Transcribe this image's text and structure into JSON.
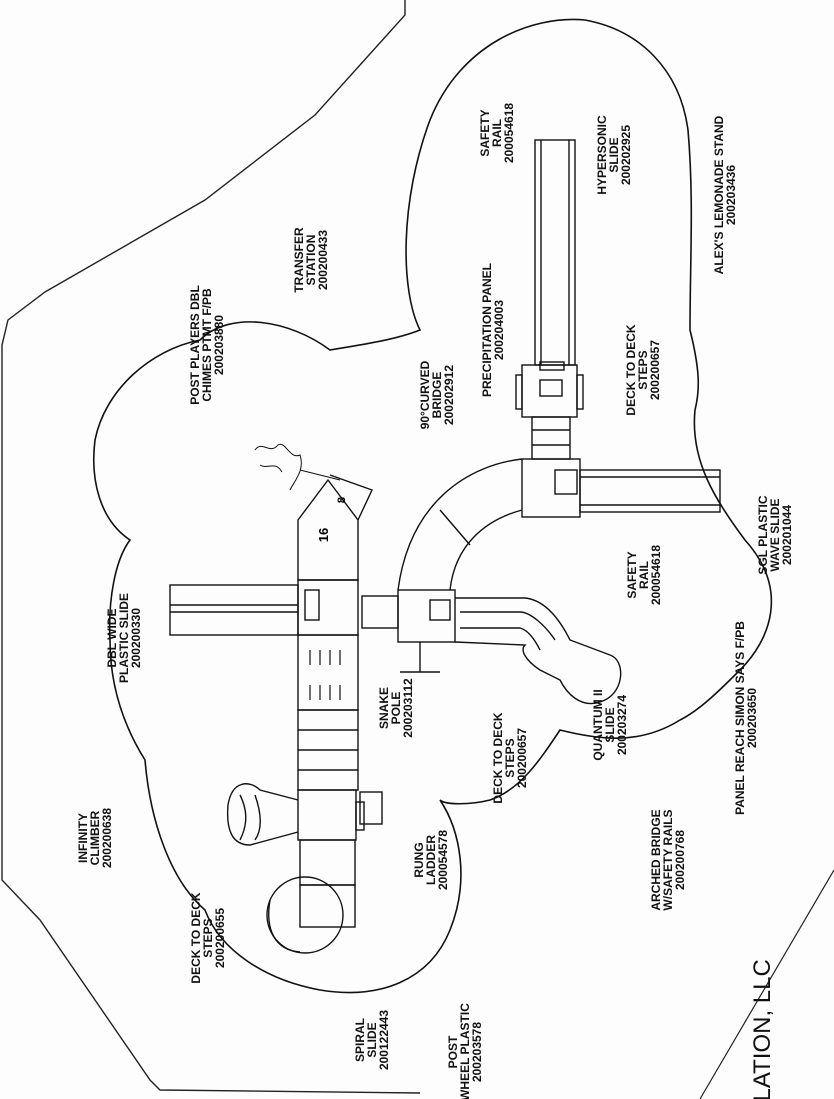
{
  "labels": {
    "safety_rail_top": {
      "l1": "SAFETY",
      "l2": "RAIL",
      "l3": "200054618"
    },
    "hypersonic_slide": {
      "l1": "HYPERSONIC",
      "l2": "SLIDE",
      "l3": "200202925"
    },
    "lemonade_stand": {
      "l1": "ALEX'S LEMONADE STAND",
      "l2": "200203436"
    },
    "transfer_station": {
      "l1": "TRANSFER",
      "l2": "STATION",
      "l3": "200200433"
    },
    "precipitation_panel": {
      "l1": "PRECIPITATION PANEL",
      "l2": "200204003"
    },
    "deck_steps_right": {
      "l1": "DECK TO DECK",
      "l2": "STEPS",
      "l3": "200200657"
    },
    "post_players_chimes": {
      "l1": "POST PLAYERS DBL",
      "l2": "CHIMES PTMT F/PB",
      "l3": "200203880"
    },
    "curved_bridge": {
      "l1": "90°CURVED",
      "l2": "BRIDGE",
      "l3": "200202912"
    },
    "sgl_wave_slide": {
      "l1": "SGL PLASTIC",
      "l2": "WAVE SLIDE",
      "l3": "200201044"
    },
    "safety_rail_mid": {
      "l1": "SAFETY",
      "l2": "RAIL",
      "l3": "200054618"
    },
    "dbl_wide_slide": {
      "l1": "DBL WIDE",
      "l2": "PLASTIC SLIDE",
      "l3": "200200330"
    },
    "snake_pole": {
      "l1": "SNAKE",
      "l2": "POLE",
      "l3": "200203112"
    },
    "quantum_slide": {
      "l1": "QUANTUM II",
      "l2": "SLIDE",
      "l3": "200203274"
    },
    "simon_says": {
      "l1": "PANEL REACH SIMON SAYS F/PB",
      "l2": "200203650"
    },
    "deck_steps_mid": {
      "l1": "DECK TO DECK",
      "l2": "STEPS",
      "l3": "200200657"
    },
    "infinity_climber": {
      "l1": "INFINITY",
      "l2": "CLIMBER",
      "l3": "200200638"
    },
    "rung_ladder": {
      "l1": "RUNG",
      "l2": "LADDER",
      "l3": "200054578"
    },
    "arched_bridge": {
      "l1": "ARCHED BRIDGE",
      "l2": "W/SAFETY RAILS",
      "l3": "200200768"
    },
    "deck_steps_left": {
      "l1": "DECK TO DECK",
      "l2": "STEPS",
      "l3": "200200655"
    },
    "spiral_slide": {
      "l1": "SPIRAL",
      "l2": "SLIDE",
      "l3": "200122443"
    },
    "post_wheel": {
      "l1": "POST",
      "l2": "WHEEL PLASTIC",
      "l3": "200203578"
    }
  },
  "deck_numbers": {
    "a": "16",
    "b": "8"
  },
  "company_text": "ALLATION, LLC"
}
